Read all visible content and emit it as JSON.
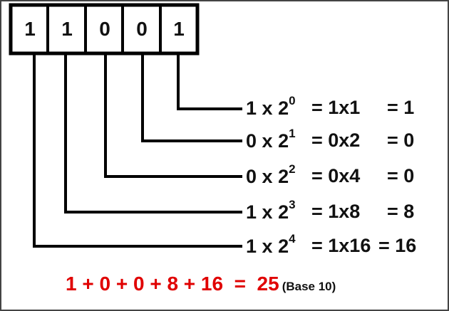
{
  "bits": [
    "1",
    "1",
    "0",
    "0",
    "1"
  ],
  "rows": [
    {
      "digit": "1",
      "base": "2",
      "exp": "0",
      "product": "= 1x1",
      "result": "= 1"
    },
    {
      "digit": "0",
      "base": "2",
      "exp": "1",
      "product": "= 0x2",
      "result": "= 0"
    },
    {
      "digit": "0",
      "base": "2",
      "exp": "2",
      "product": "= 0x4",
      "result": "= 0"
    },
    {
      "digit": "1",
      "base": "2",
      "exp": "3",
      "product": "= 1x8",
      "result": "= 8"
    },
    {
      "digit": "1",
      "base": "2",
      "exp": "4",
      "product": "= 1x16",
      "result": "= 16"
    }
  ],
  "sum": {
    "expression": "1 + 0 + 0 + 8 + 16  =  25",
    "note": "(Base 10)"
  },
  "colors": {
    "accent": "#e00000",
    "line": "#000000"
  }
}
